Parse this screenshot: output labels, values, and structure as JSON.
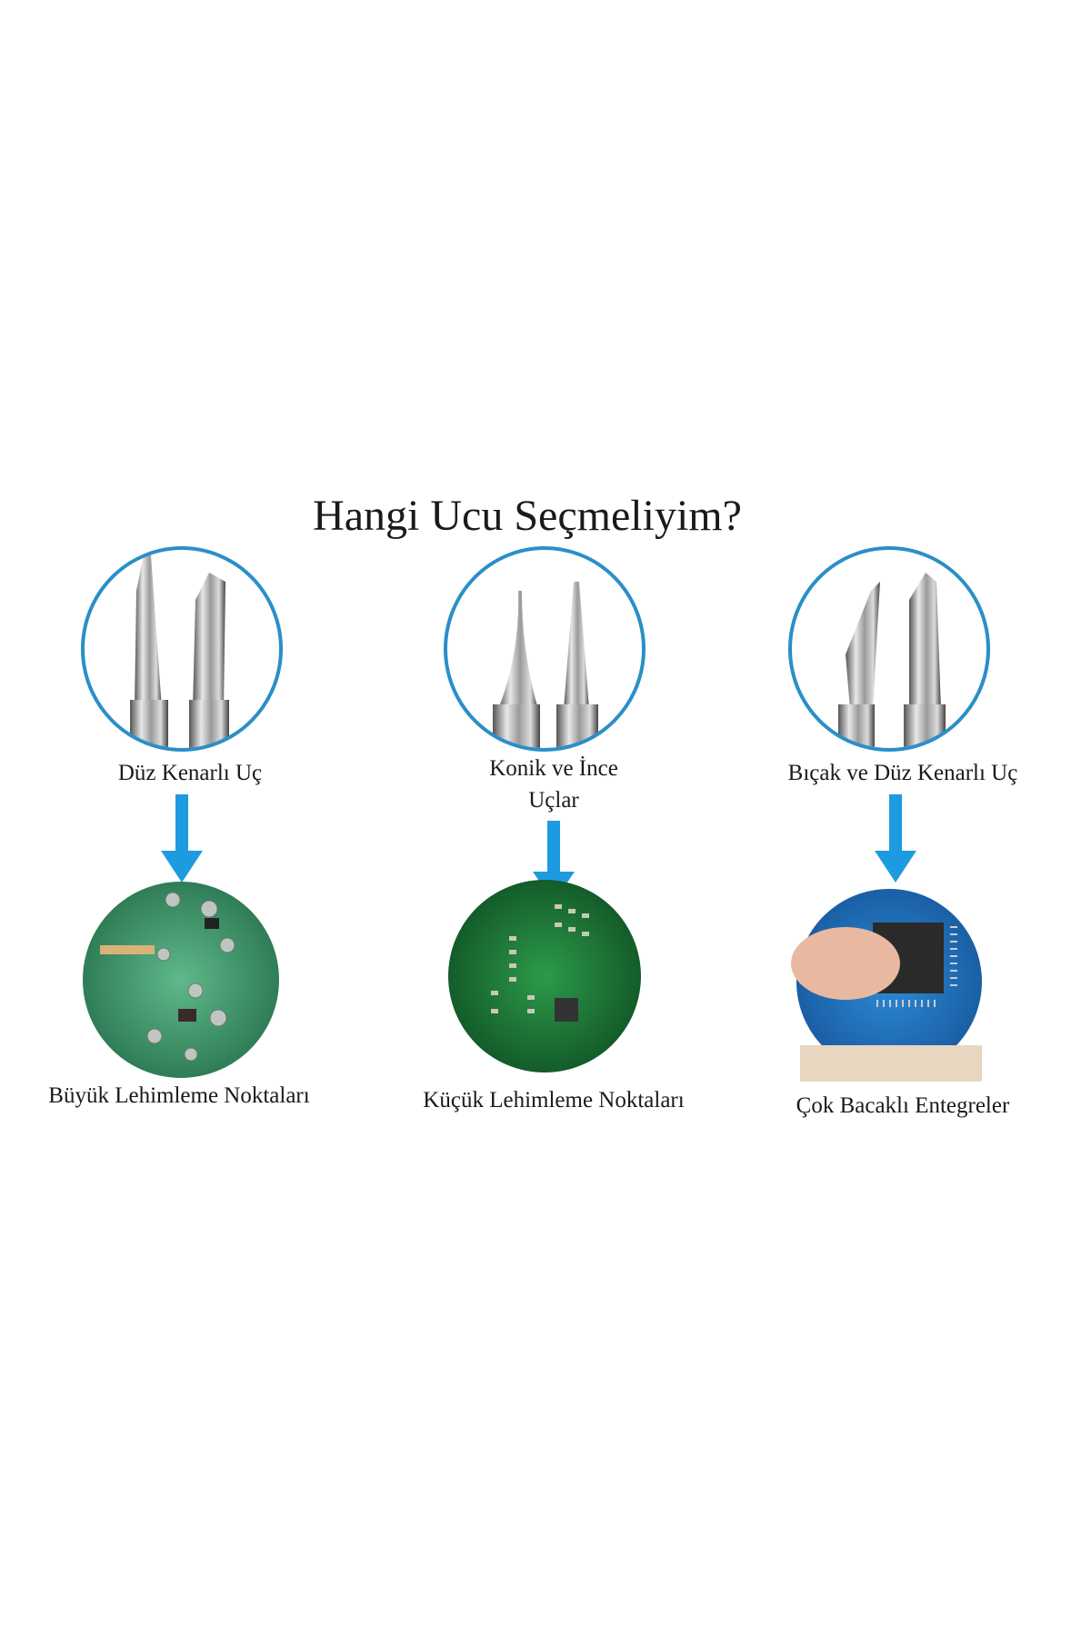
{
  "title": "Hangi Ucu Seçmeliyim?",
  "columns": [
    {
      "tip_label": "Düz Kenarlı Uç",
      "tip_label_line2": "",
      "use_label": "Büyük Lehimleme Noktaları",
      "tip_icon": "chisel-tip-icon",
      "use_icon": "large-solder-pcb-icon"
    },
    {
      "tip_label": "Konik ve İnce",
      "tip_label_line2": "Uçlar",
      "use_label": "Küçük Lehimleme Noktaları",
      "tip_icon": "conical-tip-icon",
      "use_icon": "small-solder-pcb-icon"
    },
    {
      "tip_label": "Bıçak ve Düz Kenarlı Uç",
      "tip_label_line2": "",
      "use_label": "Çok Bacaklı Entegreler",
      "tip_icon": "knife-tip-icon",
      "use_icon": "multi-pin-ic-icon"
    }
  ],
  "colors": {
    "accent": "#1e9be0",
    "ring": "#2a8fc7",
    "pcb_green": "#1f7a3a"
  }
}
